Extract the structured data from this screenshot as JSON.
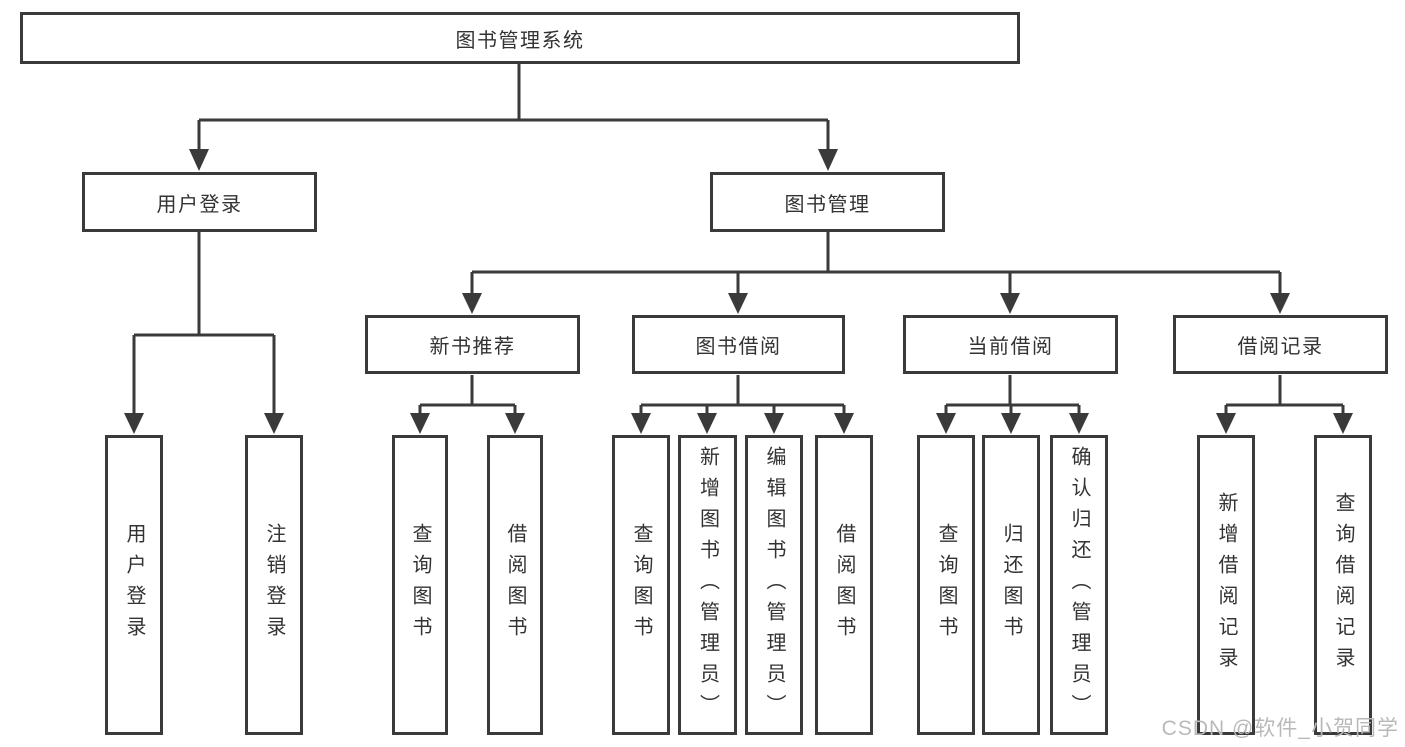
{
  "tree": {
    "root": "图书管理系统",
    "user_login": {
      "label": "用户登录",
      "children": [
        "用户登录",
        "注销登录"
      ]
    },
    "book_mgmt": {
      "label": "图书管理",
      "groups": [
        {
          "label": "新书推荐",
          "children": [
            "查询图书",
            "借阅图书"
          ]
        },
        {
          "label": "图书借阅",
          "children": [
            "查询图书",
            "新增图书（管理员）",
            "编辑图书（管理员）",
            "借阅图书"
          ]
        },
        {
          "label": "当前借阅",
          "children": [
            "查询图书",
            "归还图书",
            "确认归还（管理员）"
          ]
        },
        {
          "label": "借阅记录",
          "children": [
            "新增借阅记录",
            "查询借阅记录"
          ]
        }
      ]
    }
  },
  "watermark": {
    "text": "CSDN @软件_小贺同学"
  },
  "colors": {
    "line": "#3a3a3a",
    "text": "#333333",
    "background": "#ffffff",
    "watermark": "#b9b9b9"
  }
}
